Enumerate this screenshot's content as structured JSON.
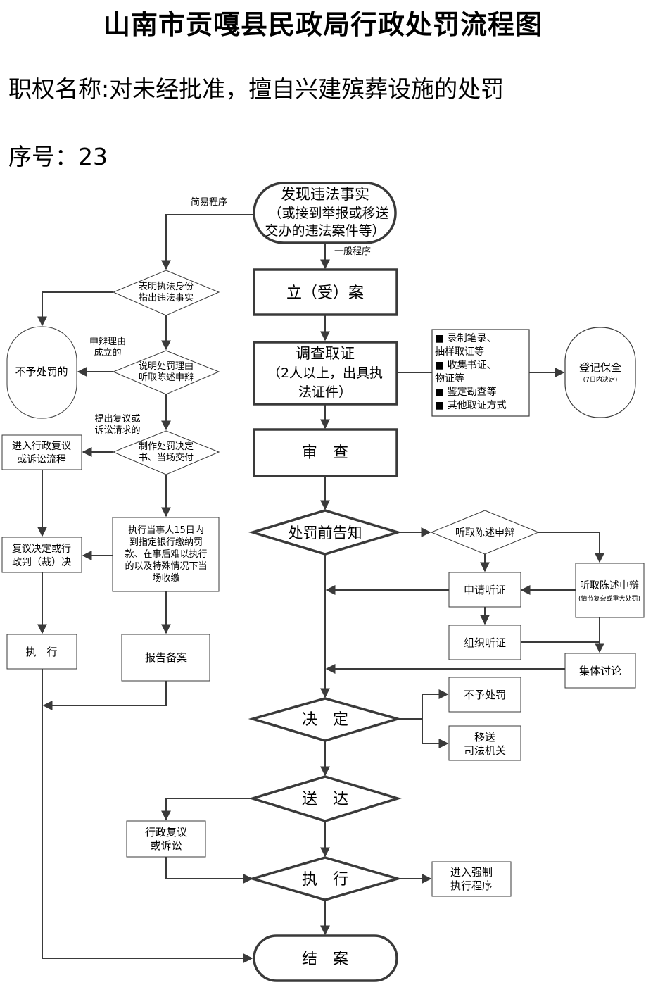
{
  "header": {
    "title": "山南市贡嘎县民政局行政处罚流程图",
    "power_name": "职权名称:对未经批准，擅自兴建殡葬设施的处罚",
    "serial": "序号：23"
  },
  "nodes": {
    "discover": [
      "发现违法事实",
      "（或接到举报或移送",
      "交办的违法案件等）"
    ],
    "file_case": "立（受）案",
    "investigate": [
      "调查取证",
      "（2人以上，出具执",
      "法证件）"
    ],
    "evidence_methods": [
      "■  录制笔录、",
      "    抽样取证等",
      "■  收集书证、",
      "    物证等",
      "■  鉴定勘查等",
      "■  其他取证方式"
    ],
    "register_preserve": [
      "登记保全",
      "(7日内决定)"
    ],
    "review": "审　查",
    "pre_notice": "处罚前告知",
    "hear_statement": "听取陈述申辩",
    "apply_hearing": "申请听证",
    "hear_statement_major": [
      "听取陈述申辩",
      "(情节复杂或重大处罚)"
    ],
    "organize_hearing": "组织听证",
    "collective_discussion": "集体讨论",
    "decide": "决　定",
    "no_penalty_right": "不予处罚",
    "transfer_judicial": [
      "移送",
      "司法机关"
    ],
    "deliver": "送　达",
    "admin_review_lawsuit": [
      "行政复议",
      "或诉讼"
    ],
    "execute_main": "执　行",
    "forced_execution": [
      "进入强制",
      "执行程序"
    ],
    "close_case": "结　案",
    "show_identity": [
      "表明执法身份",
      "指出违法事实"
    ],
    "no_penalty_left": "不予处罚的",
    "explain_reason": [
      "说明处罚理由",
      "听取陈述申辩"
    ],
    "make_decision": [
      "制作处罚决定",
      "书、当场交付"
    ],
    "enter_review": [
      "进入行政复议",
      "或诉讼流程"
    ],
    "party_payment": [
      "执行当事人15日内",
      "到指定银行缴纳罚",
      "款、在事后难以执行",
      "的以及特殊情况下当",
      "场收缴"
    ],
    "review_decision": [
      "复议决定或行",
      "政判（裁）决"
    ],
    "execute_left": "执　行",
    "report_file": "报告备案"
  },
  "edge_labels": {
    "simple": "简易程序",
    "general": "一般程序",
    "defense_valid": [
      "申辩理由",
      "成立的"
    ],
    "raise_review": [
      "提出复议或",
      "诉讼请求的"
    ]
  }
}
